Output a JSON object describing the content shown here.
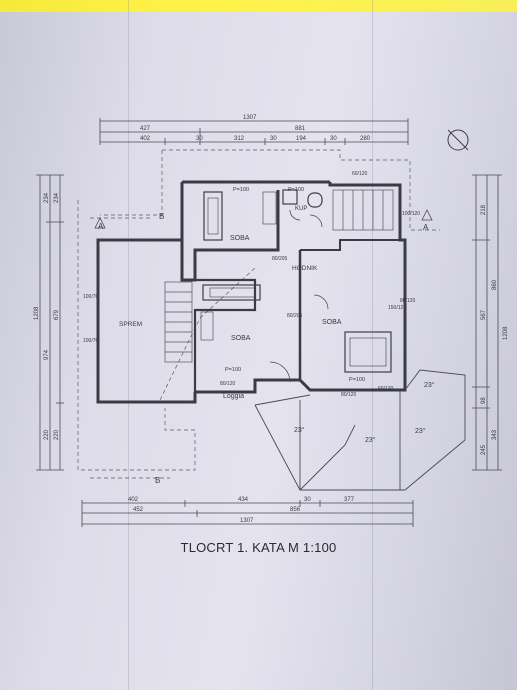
{
  "title": "TLOCRT 1. KATA  M 1:100",
  "rooms": {
    "soba_nw": "SOBA",
    "soba_center": "SOBA",
    "soba_east": "SOBA",
    "sprem": "SPREM",
    "hodnik": "HODNIK",
    "kup": "KUP",
    "loggia": "Loggia"
  },
  "section_marks": {
    "a": "A",
    "b": "B"
  },
  "dims_top": {
    "total": "1307",
    "row2": [
      "427",
      "881"
    ],
    "row3": [
      "402",
      "30",
      "312",
      "30",
      "194",
      "30",
      "280"
    ]
  },
  "dims_bottom": {
    "row1": [
      "402",
      "434",
      "30",
      "377"
    ],
    "row2": [
      "452",
      "856"
    ],
    "total": "1307"
  },
  "dims_left": [
    "234",
    "234",
    "679",
    "1208",
    "974",
    "220",
    "220"
  ],
  "dims_right": [
    "218",
    "860",
    "567",
    "1208",
    "98",
    "343",
    "245"
  ],
  "openings": [
    "P=100",
    "P=100",
    "P=100",
    "P=100",
    "80/205",
    "80/205",
    "100/70",
    "100/70",
    "100/120",
    "150/120",
    "80/120",
    "80/120",
    "80/120",
    "60/120",
    "60/120"
  ],
  "slopes": [
    "23°",
    "23°",
    "23°",
    "23°"
  ]
}
